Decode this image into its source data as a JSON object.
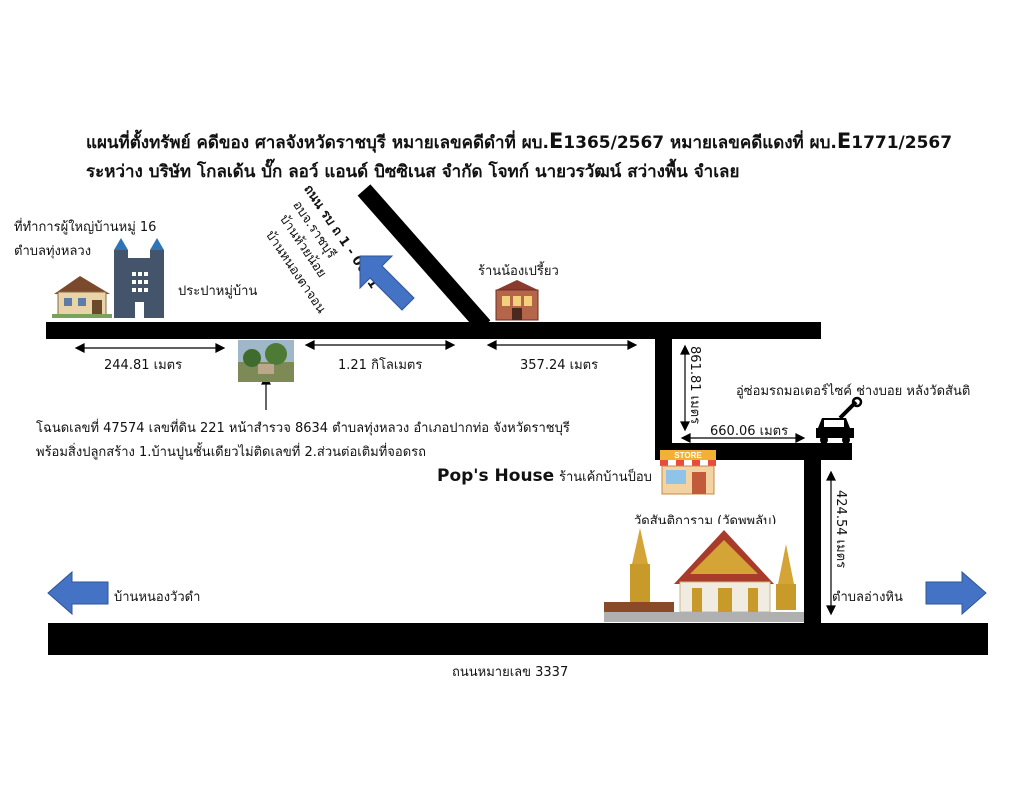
{
  "title": {
    "line1_a": "แผนที่ตั้งทรัพย์ คดีของ ศาลจังหวัดราชบุรี หมายเลขคดีดำที่ ผบ.",
    "line1_e1": "E",
    "line1_b": "1365/2567 หมายเลขคดีแดงที่ ผบ.",
    "line1_e2": "E",
    "line1_c": "1771/2567",
    "line2": "ระหว่าง บริษัท โกลเด้น บั๊ก ลอว์ แอนด์ บิซซิเนส จำกัด โจทก์ นายวรวัฒน์ สว่างพื้น จำเลย"
  },
  "places": {
    "headman_office_line1": "ที่ทำการผู้ใหญ่บ้านหมู่ 16",
    "headman_office_line2": "ตำบลทุ่งหลวง",
    "village_water": "ประปาหมู่บ้าน",
    "diag_road_name": "ถนน รบ ถ 1 - 0031",
    "diag_line2": "อบจ.ราชบุรี",
    "diag_line3": "บ้านห้วยน้อย",
    "diag_line4": "บ้านหนองตาจอน",
    "shop_preaw": "ร้านน้องเปรี้ยว",
    "motor_repair": "อู่ซ่อมรถมอเตอร์ไซค์ ช่างบอย หลังวัดสันติ",
    "pops_house_bold": "Pop's House",
    "pops_house_rest": "ร้านเค้กบ้านป็อบ",
    "temple": "วัดสันติการาม (วัดพุพลับ)",
    "left_village": "บ้านหนองวัวดำ",
    "right_subdistrict": "ตำบลอ่างหิน",
    "bottom_road": "ถนนหมายเลข 3337",
    "store_sign": "STORE"
  },
  "distances": {
    "d1": "244.81 เมตร",
    "d2": "1.21 กิโลเมตร",
    "d3": "357.24 เมตร",
    "d4": "861.81 เมตร",
    "d5": "660.06 เมตร",
    "d6": "424.54 เมตร"
  },
  "property": {
    "line1": "โฉนดเลขที่ 47574 เลขที่ดิน 221 หน้าสำรวจ 8634 ตำบลทุ่งหลวง อำเภอปากท่อ จังหวัดราชบุรี",
    "line2": "พร้อมสิ่งปลูกสร้าง 1.บ้านปูนชั้นเดียวไม่ติดเลขที่ 2.ส่วนต่อเติมที่จอดรถ"
  },
  "colors": {
    "road": "#000000",
    "arrow_blue": "#4472c4",
    "building": "#44546a"
  }
}
